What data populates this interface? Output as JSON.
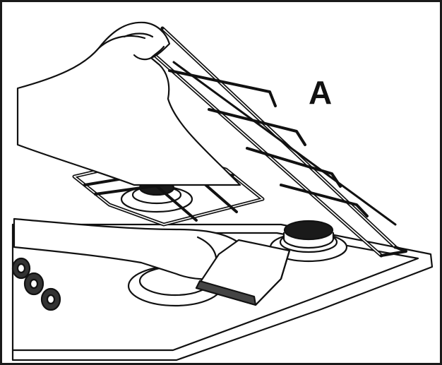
{
  "figure": {
    "label": "A",
    "parts": [
      "hob-surface",
      "burner",
      "pan-support",
      "control-knob",
      "hand",
      "cleaning-sponge"
    ]
  },
  "colors": {
    "line": "#111111",
    "fill": "#ffffff",
    "burner_cap": "#1a1a1a"
  }
}
